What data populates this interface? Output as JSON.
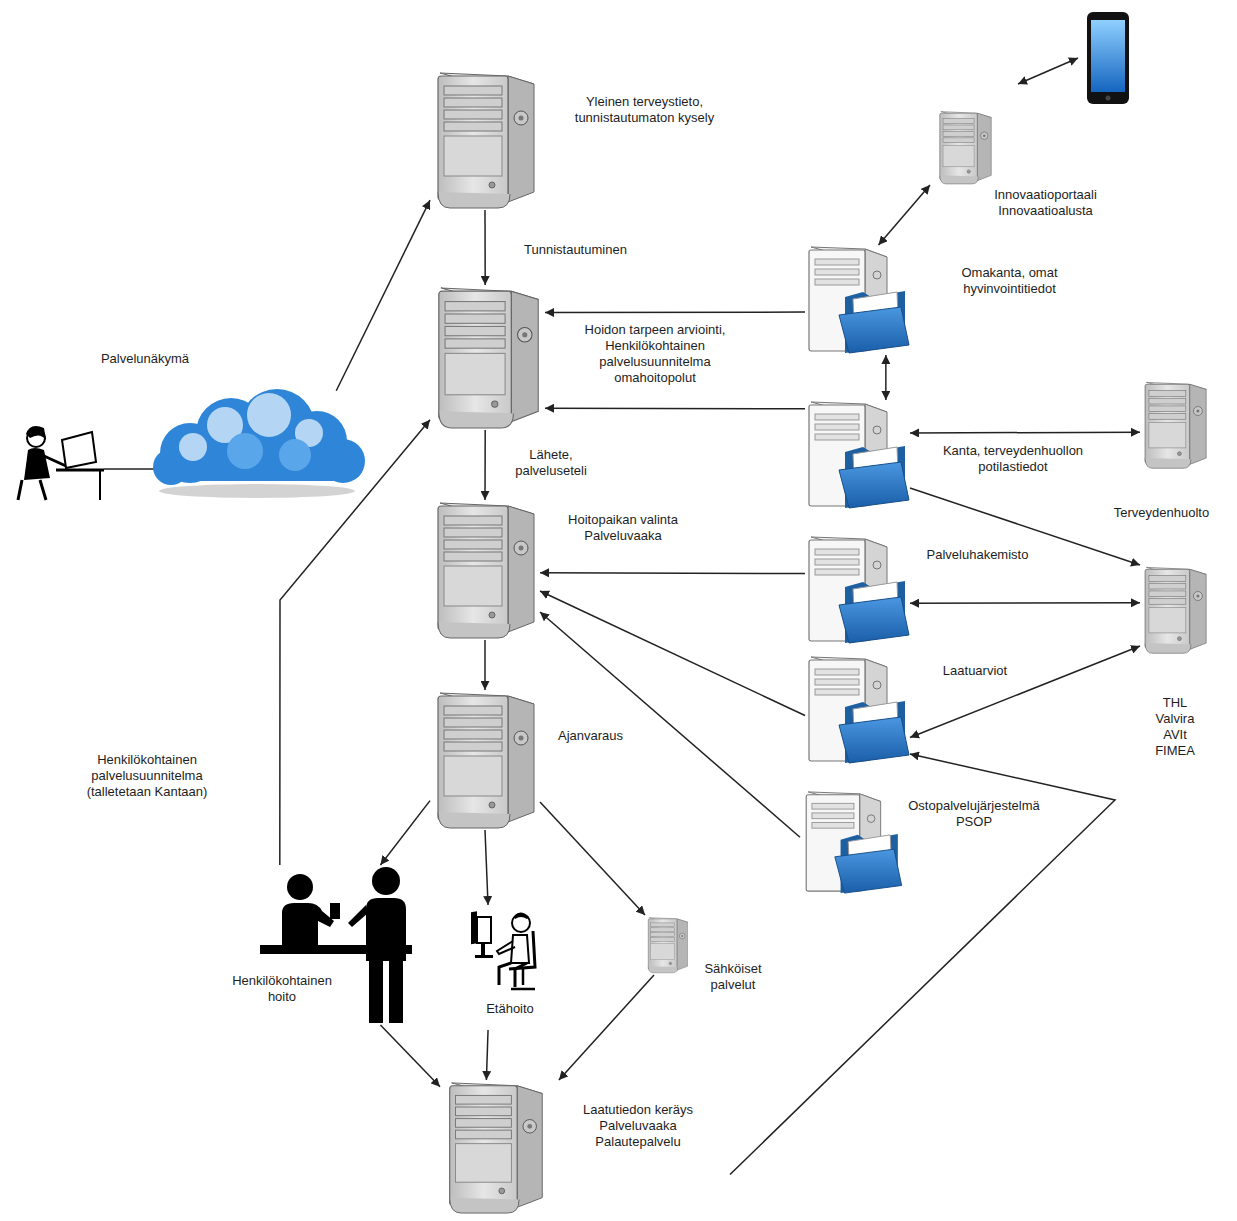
{
  "diagram": {
    "nodes": [
      {
        "text": [
          "Palvelunäkymä"
        ]
      },
      {
        "text": [
          "Yleinen terveystieto, tunnistautumaton kysely"
        ]
      },
      {
        "text": [
          "Hoidon tarpeen arviointi, Henkilökohtainen palvelusuunnitelma omahoitopolut"
        ]
      },
      {
        "text": [
          "Hoitopaikan valinta Palveluvaaka"
        ]
      },
      {
        "text": [
          "Ajanvaraus"
        ]
      },
      {
        "text": [
          "Henkilökohtainen hoito"
        ]
      },
      {
        "text": [
          "Etähoito"
        ]
      },
      {
        "text": [
          "Sähköiset palvelut"
        ]
      },
      {
        "text": [
          "Laatutiedon keräys Palveluvaaka Palautepalvelu"
        ]
      },
      {
        "text": [
          "Innovaatioportaali Innovaatioalusta"
        ]
      },
      {
        "text": [
          "Omakanta, omat hyvinvointitiedot"
        ]
      },
      {
        "text": [
          "Kanta, terveydenhuollon potilastiedot"
        ]
      },
      {
        "text": [
          "Terveydenhuolto"
        ]
      },
      {
        "text": [
          "Palveluhakemisto"
        ]
      },
      {
        "text": [
          "THL Valvira AVIt FIMEA"
        ]
      },
      {
        "text": [
          "Laatuarviot"
        ]
      },
      {
        "text": [
          "Ostopalvelujärjestelmä PSOP"
        ]
      }
    ],
    "edges": [
      {
        "from": 0,
        "to": 1,
        "arrow": "to"
      },
      {
        "from": 1,
        "to": 2,
        "label": "Tunnistautuminen",
        "arrow": "to"
      },
      {
        "from": 2,
        "to": 3,
        "label": "Lähete, palveluseteli",
        "arrow": "to"
      },
      {
        "from": 3,
        "to": 4,
        "arrow": "to"
      },
      {
        "from": 4,
        "to": 5,
        "arrow": "to"
      },
      {
        "from": 4,
        "to": 6,
        "arrow": "to"
      },
      {
        "from": 4,
        "to": 7,
        "arrow": "to"
      },
      {
        "from": 5,
        "to": 8,
        "arrow": "to"
      },
      {
        "from": 6,
        "to": 8,
        "arrow": "to"
      },
      {
        "from": 7,
        "to": 8,
        "arrow": "to"
      },
      {
        "from": 5,
        "to": 2,
        "label": "Henkilökohtainen palvelusuunnitelma (talletetaan Kantaan)",
        "arrow": "to"
      },
      {
        "from": 10,
        "to": 2,
        "arrow": "to"
      },
      {
        "from": 11,
        "to": 2,
        "arrow": "to"
      },
      {
        "from": 10,
        "to": 11,
        "arrow": "both"
      },
      {
        "from": 9,
        "to": 10,
        "arrow": "both"
      },
      {
        "from": 11,
        "to": 12,
        "arrow": "both"
      },
      {
        "from": 11,
        "to": 14,
        "arrow": "to"
      },
      {
        "from": 13,
        "to": 3,
        "arrow": "to"
      },
      {
        "from": 13,
        "to": 14,
        "arrow": "both"
      },
      {
        "from": 14,
        "to": 15,
        "arrow": "both"
      },
      {
        "from": 15,
        "to": 3,
        "arrow": "to"
      },
      {
        "from": 16,
        "to": 3,
        "arrow": "to"
      },
      {
        "from": 8,
        "to": 15,
        "arrow": "to"
      }
    ]
  }
}
